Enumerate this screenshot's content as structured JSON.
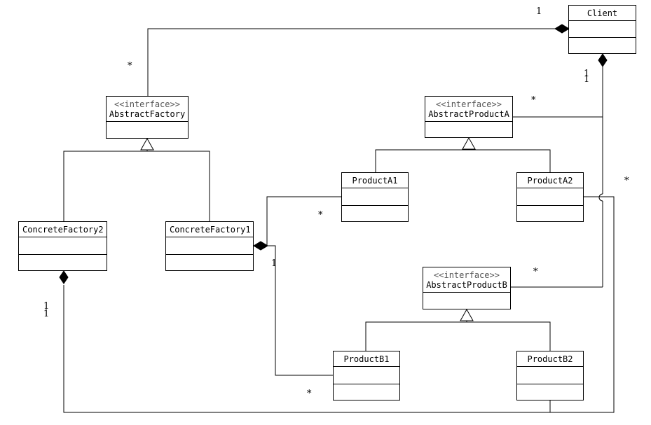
{
  "classes": {
    "client": {
      "name": "Client"
    },
    "abstract_factory": {
      "stereotype": "<<interface>>",
      "name": "AbstractFactory"
    },
    "abstract_product_a": {
      "stereotype": "<<interface>>",
      "name": "AbstractProductA"
    },
    "abstract_product_b": {
      "stereotype": "<<interface>>",
      "name": "AbstractProductB"
    },
    "product_a1": {
      "name": "ProductA1"
    },
    "product_a2": {
      "name": "ProductA2"
    },
    "product_b1": {
      "name": "ProductB1"
    },
    "product_b2": {
      "name": "ProductB2"
    },
    "concrete_factory1": {
      "name": "ConcreteFactory1"
    },
    "concrete_factory2": {
      "name": "ConcreteFactory2"
    }
  },
  "multiplicities": {
    "client_factory_client_end": "1",
    "client_factory_factory_end": "*",
    "client_products_client_end": "1\n1",
    "client_product_a_end": "*",
    "client_product_b_end": "*",
    "cf1_product_a1_end": "*",
    "cf1_owner_end": "1",
    "cf2_owner_end": "1\n1",
    "cf2_product_b2_end": "*",
    "cf2_product_a2_end": "*"
  }
}
